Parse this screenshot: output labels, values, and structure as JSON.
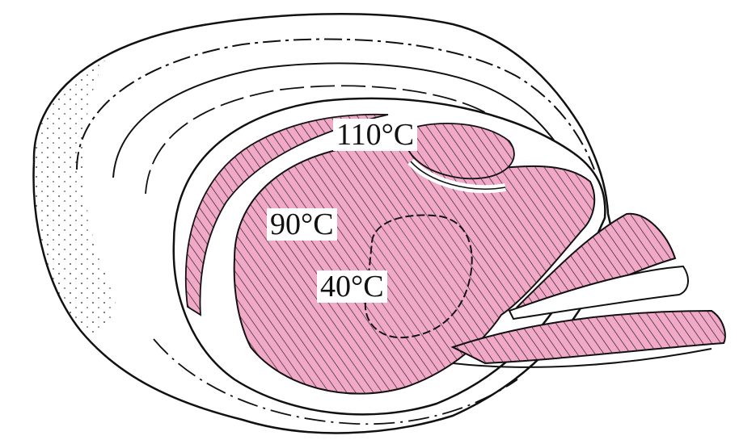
{
  "labels": {
    "outer_zone": "110°C",
    "middle_zone": "90°C",
    "center_zone": "40°C"
  },
  "colors": {
    "meat_fill": "#f2a9c8",
    "outline": "#111111",
    "hatch": "#1a1a1a",
    "background": "#ffffff"
  }
}
